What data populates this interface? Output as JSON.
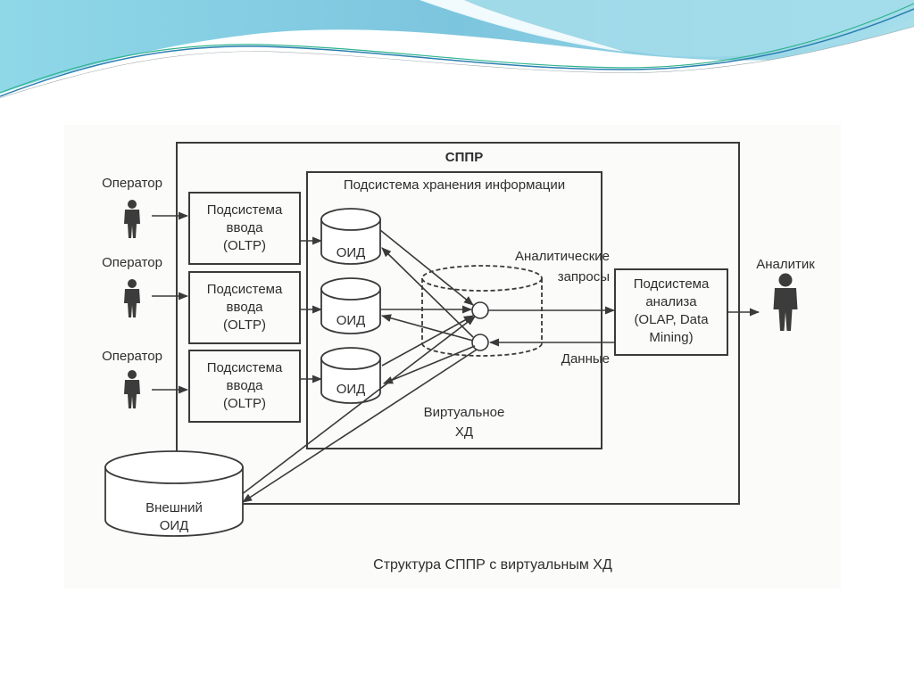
{
  "slide": {
    "accent_colors": {
      "wave_light": "#a9dfeb",
      "wave_mid": "#6fc3df",
      "wave_dark": "#2b7fb0",
      "wave_green": "#2fb38f"
    }
  },
  "diagram": {
    "system_title": "СППР",
    "operators": [
      {
        "label": "Оператор",
        "icon": "person-icon"
      },
      {
        "label": "Оператор",
        "icon": "person-icon"
      },
      {
        "label": "Оператор",
        "icon": "person-icon"
      }
    ],
    "input_subsystems": [
      {
        "line1": "Подсистема",
        "line2": "ввода",
        "line3": "(OLTP)"
      },
      {
        "line1": "Подсистема",
        "line2": "ввода",
        "line3": "(OLTP)"
      },
      {
        "line1": "Подсистема",
        "line2": "ввода",
        "line3": "(OLTP)"
      }
    ],
    "storage_subsystem": {
      "title": "Подсистема хранения информации",
      "databases": [
        "ОИД",
        "ОИД",
        "ОИД"
      ],
      "virtual_dw_line1": "Виртуальное",
      "virtual_dw_line2": "ХД",
      "queries_line1": "Аналитические",
      "queries_line2": "запросы",
      "data_label": "Данные"
    },
    "analysis_subsystem": {
      "line1": "Подсистема",
      "line2": "анализа",
      "line3": "(OLAP, Data",
      "line4": "Mining)"
    },
    "analyst": {
      "label": "Аналитик",
      "icon": "person-icon"
    },
    "external_db": {
      "line1": "Внешний",
      "line2": "ОИД"
    },
    "caption": "Структура СППР с виртуальным ХД"
  }
}
